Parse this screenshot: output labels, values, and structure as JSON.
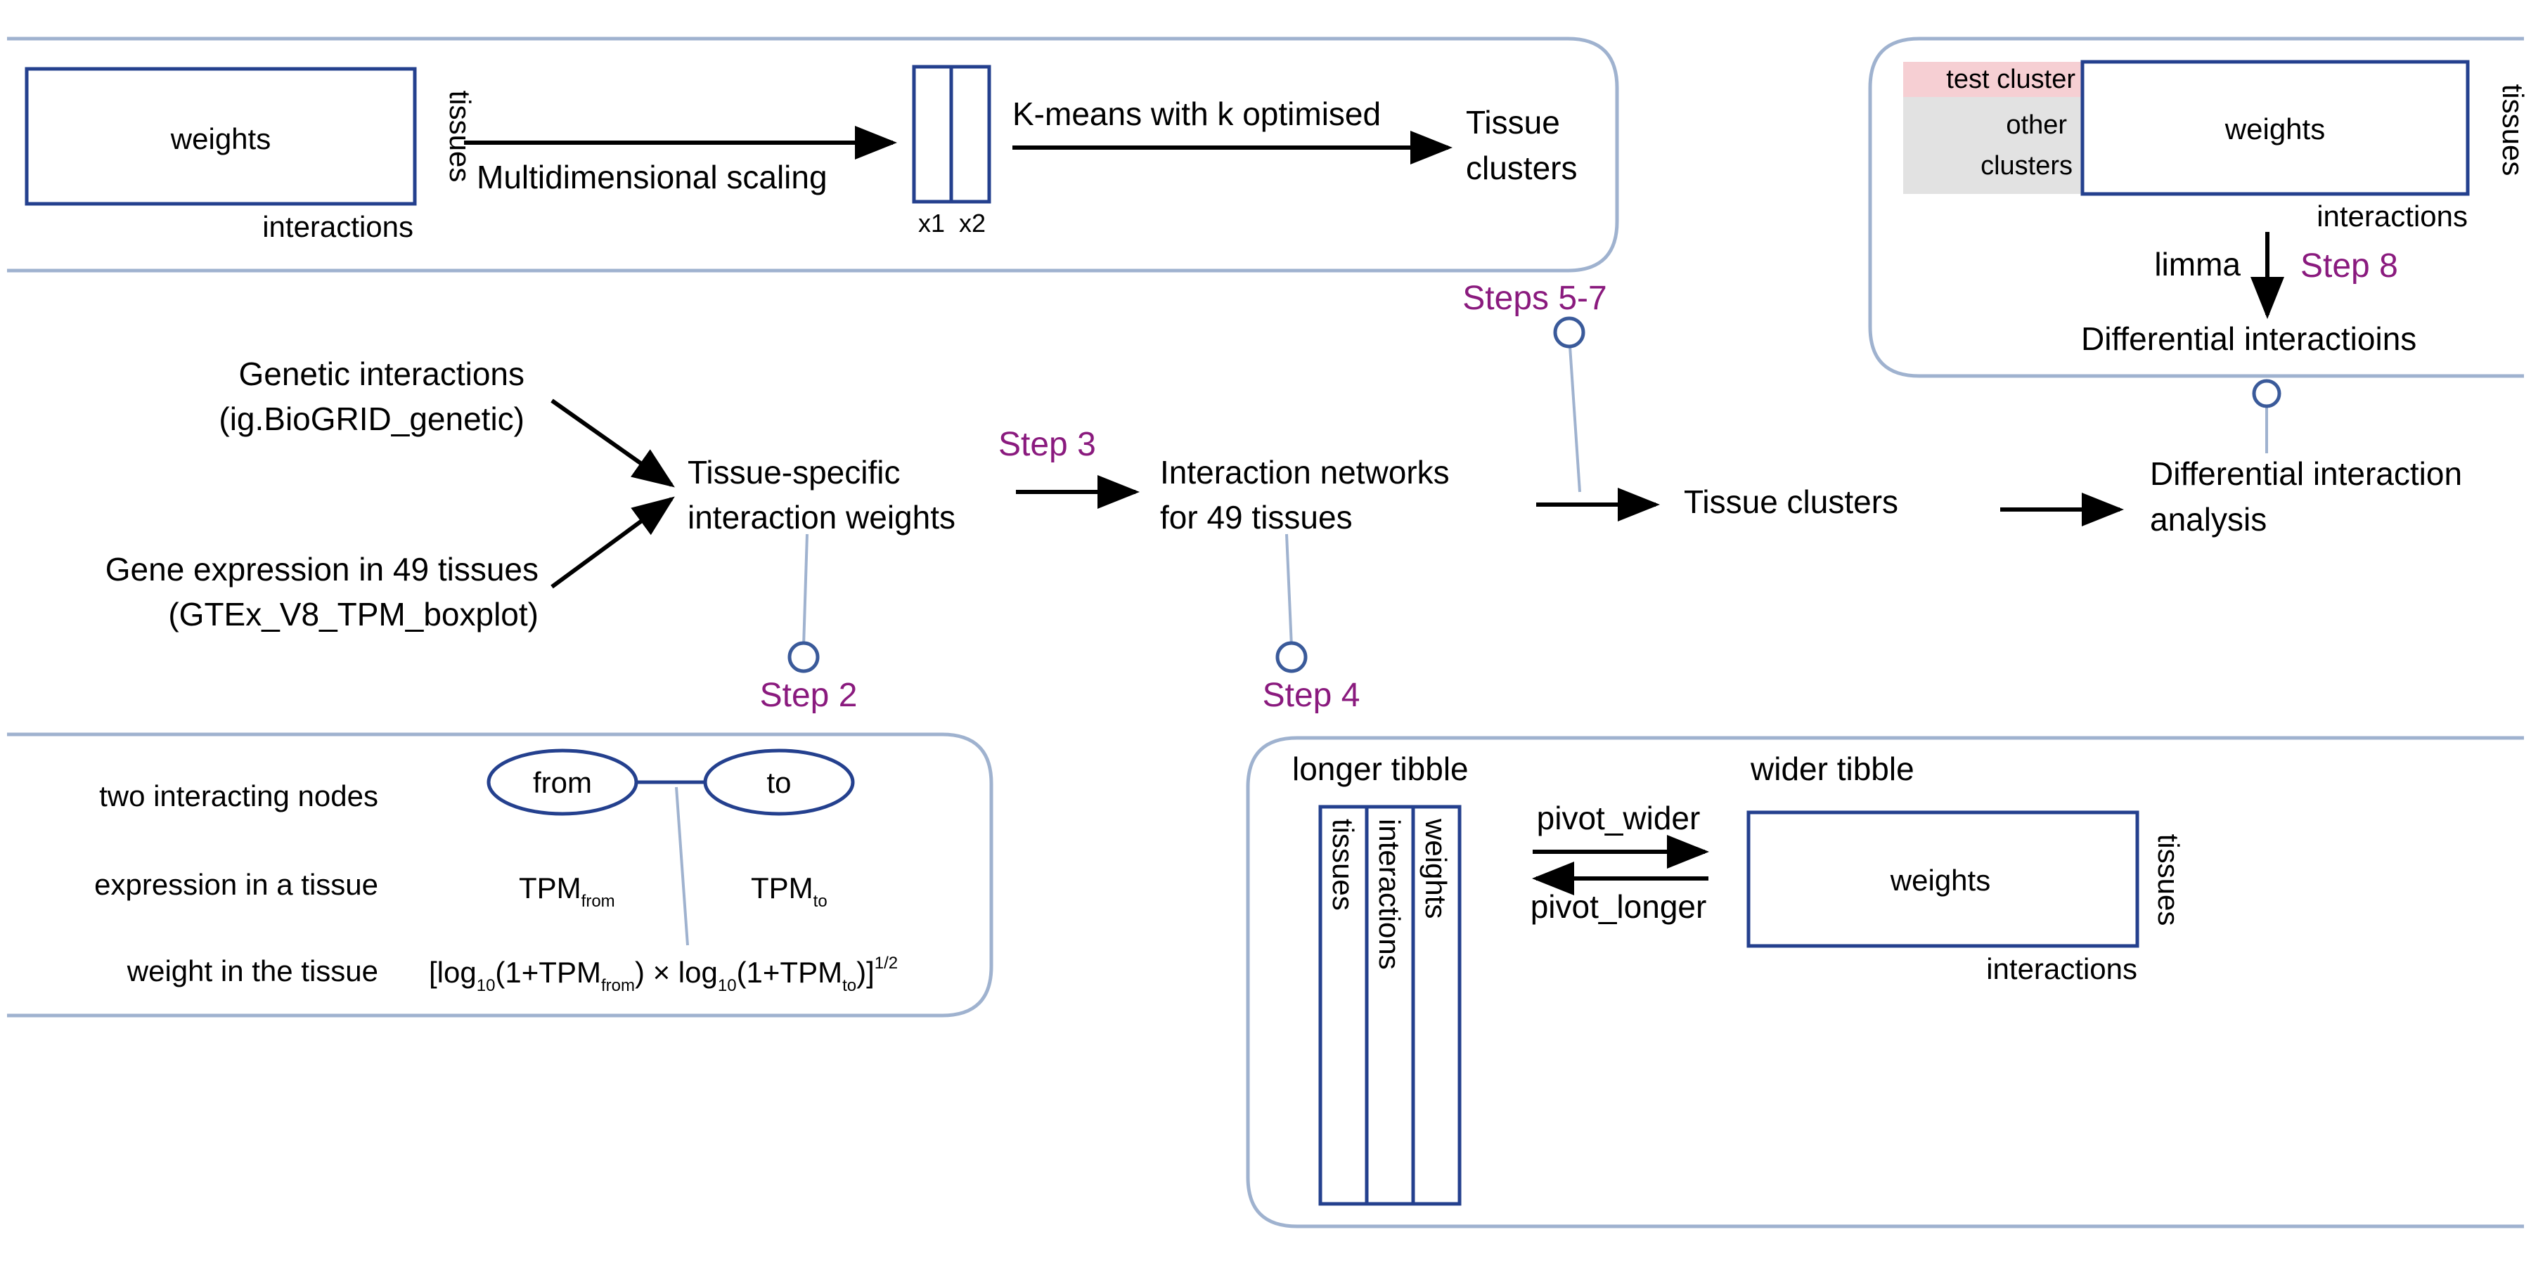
{
  "top_panel": {
    "weights": "weights",
    "tissues": "tissues",
    "interactions": "interactions",
    "mds": "Multidimensional scaling",
    "x1": "x1",
    "x2": "x2",
    "kmeans": "K-means with k optimised",
    "clusters_line1": "Tissue",
    "clusters_line2": "clusters"
  },
  "right_panel": {
    "test_cluster": "test cluster",
    "other_line1": "other",
    "other_line2": "clusters",
    "weights": "weights",
    "tissues": "tissues",
    "interactions": "interactions",
    "limma": "limma",
    "step": "Step 8",
    "result": "Differential interactioins"
  },
  "main_flow": {
    "genetic_line1": "Genetic interactions",
    "genetic_line2": "(ig.BioGRID_genetic)",
    "expression_line1": "Gene expression in 49 tissues",
    "expression_line2": "(GTEx_V8_TPM_boxplot)",
    "weights_line1": "Tissue-specific",
    "weights_line2": "interaction weights",
    "step3": "Step 3",
    "networks_line1": "Interaction networks",
    "networks_line2": "for 49 tissues",
    "steps57": "Steps 5-7",
    "clusters": "Tissue clusters",
    "analysis_line1": "Differential interaction",
    "analysis_line2": "analysis",
    "step2": "Step 2",
    "step4": "Step 4"
  },
  "step2_panel": {
    "row1_label": "two interacting nodes",
    "row2_label": "expression in a tissue",
    "row3_label": "weight in the tissue",
    "from": "from",
    "to": "to",
    "tpm": "TPM",
    "sub_from": "from",
    "sub_to": "to",
    "f_open": "[log",
    "f_10": "10",
    "f_p1": "(1+TPM",
    "f_from": "from",
    "f_times": ") × log",
    "f_10b": "10",
    "f_p2": "(1+TPM",
    "f_to": "to",
    "f_close": ")]",
    "f_exp": "1/2"
  },
  "step4_panel": {
    "longer": "longer tibble",
    "wider": "wider tibble",
    "col1": "tissues",
    "col2": "interactions",
    "col3": "weights",
    "pivot_wider": "pivot_wider",
    "pivot_longer": "pivot_longer",
    "weights": "weights",
    "tissues": "tissues",
    "interactions": "interactions"
  }
}
